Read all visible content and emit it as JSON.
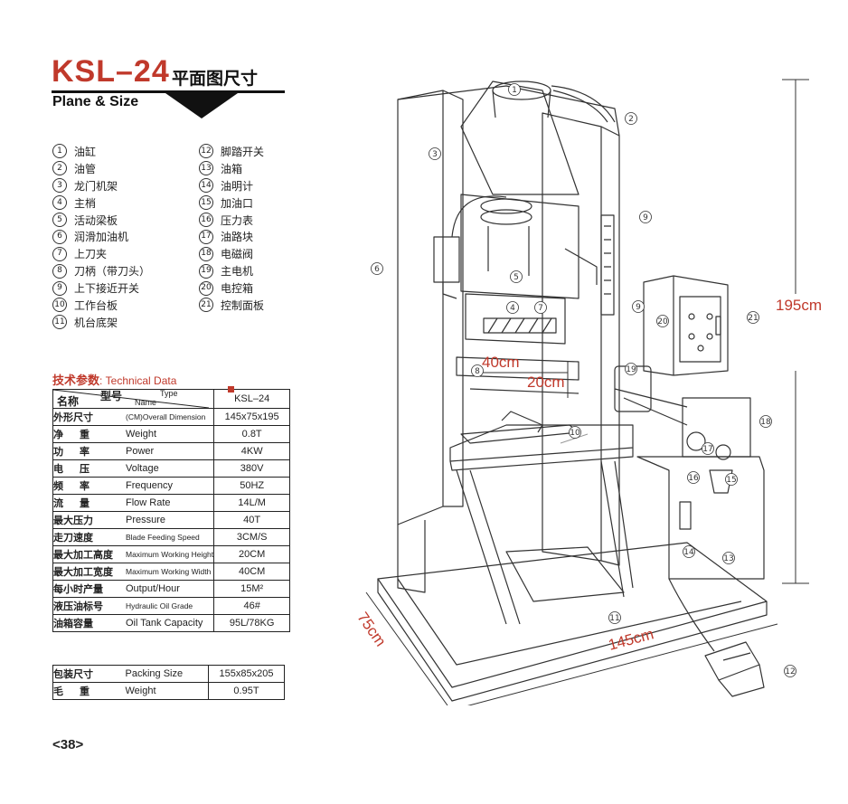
{
  "header": {
    "model": "KSL–24",
    "title_cn": "平面图尺寸",
    "subtitle": "Plane & Size"
  },
  "parts_left": [
    {
      "num": "1",
      "label": "油缸"
    },
    {
      "num": "2",
      "label": "油管"
    },
    {
      "num": "3",
      "label": "龙门机架"
    },
    {
      "num": "4",
      "label": "主梢"
    },
    {
      "num": "5",
      "label": "活动梁板"
    },
    {
      "num": "6",
      "label": "润滑加油机"
    },
    {
      "num": "7",
      "label": "上刀夹"
    },
    {
      "num": "8",
      "label": "刀柄（带刀头）"
    },
    {
      "num": "9",
      "label": "上下接近开关"
    },
    {
      "num": "10",
      "label": "工作台板"
    },
    {
      "num": "11",
      "label": "机台底架"
    }
  ],
  "parts_right": [
    {
      "num": "12",
      "label": "脚踏开关"
    },
    {
      "num": "13",
      "label": "油箱"
    },
    {
      "num": "14",
      "label": "油明计"
    },
    {
      "num": "15",
      "label": "加油口"
    },
    {
      "num": "16",
      "label": "压力表"
    },
    {
      "num": "17",
      "label": "油路块"
    },
    {
      "num": "18",
      "label": "电磁阀"
    },
    {
      "num": "19",
      "label": "主电机"
    },
    {
      "num": "20",
      "label": "电控箱"
    },
    {
      "num": "21",
      "label": "控制面板"
    }
  ],
  "tech": {
    "title_cn": "技术参数",
    "title_en": ": Technical Data",
    "header_name": "名称",
    "header_model": "型号",
    "header_type": "Type",
    "header_name_en": "Name",
    "model_value": "KSL–24",
    "rows": [
      {
        "cn": "外形尺寸",
        "en": "(CM)Overall Dimension",
        "value": "145x75x195"
      },
      {
        "cn": "净重",
        "en": "Weight",
        "value": "0.8T"
      },
      {
        "cn": "功率",
        "en": "Power",
        "value": "4KW"
      },
      {
        "cn": "电压",
        "en": "Voltage",
        "value": "380V"
      },
      {
        "cn": "频率",
        "en": "Frequency",
        "value": "50HZ"
      },
      {
        "cn": "流量",
        "en": "Flow Rate",
        "value": "14L/M"
      },
      {
        "cn": "最大压力",
        "en": "Pressure",
        "value": "40T"
      },
      {
        "cn": "走刀速度",
        "en": "Blade Feeding Speed",
        "value": "3CM/S"
      },
      {
        "cn": "最大加工高度",
        "en": "Maximum Working Height",
        "value": "20CM"
      },
      {
        "cn": "最大加工宽度",
        "en": "Maximum Working Width",
        "value": "40CM"
      },
      {
        "cn": "每小时产量",
        "en": "Output/Hour",
        "value": "15M²"
      },
      {
        "cn": "液压油标号",
        "en": "Hydraulic Oil Grade",
        "value": "46#"
      },
      {
        "cn": "油箱容量",
        "en": "Oil Tank Capacity",
        "value": "95L/78KG"
      }
    ],
    "packing": [
      {
        "cn": "包装尺寸",
        "en": "Packing Size",
        "value": "155x85x205"
      },
      {
        "cn": "毛重",
        "en": "Weight",
        "value": "0.95T"
      }
    ]
  },
  "drawing": {
    "dim_height": "195cm",
    "dim_width": "40cm",
    "dim_work_height": "20cm",
    "dim_depth": "75cm",
    "dim_length": "145cm",
    "callouts": [
      "1",
      "2",
      "3",
      "4",
      "5",
      "6",
      "7",
      "8",
      "9",
      "9",
      "10",
      "11",
      "12",
      "13",
      "14",
      "15",
      "16",
      "17",
      "18",
      "19",
      "20",
      "21"
    ]
  },
  "page_number": "<38>",
  "colors": {
    "accent": "#c0392b",
    "ink": "#111111"
  }
}
